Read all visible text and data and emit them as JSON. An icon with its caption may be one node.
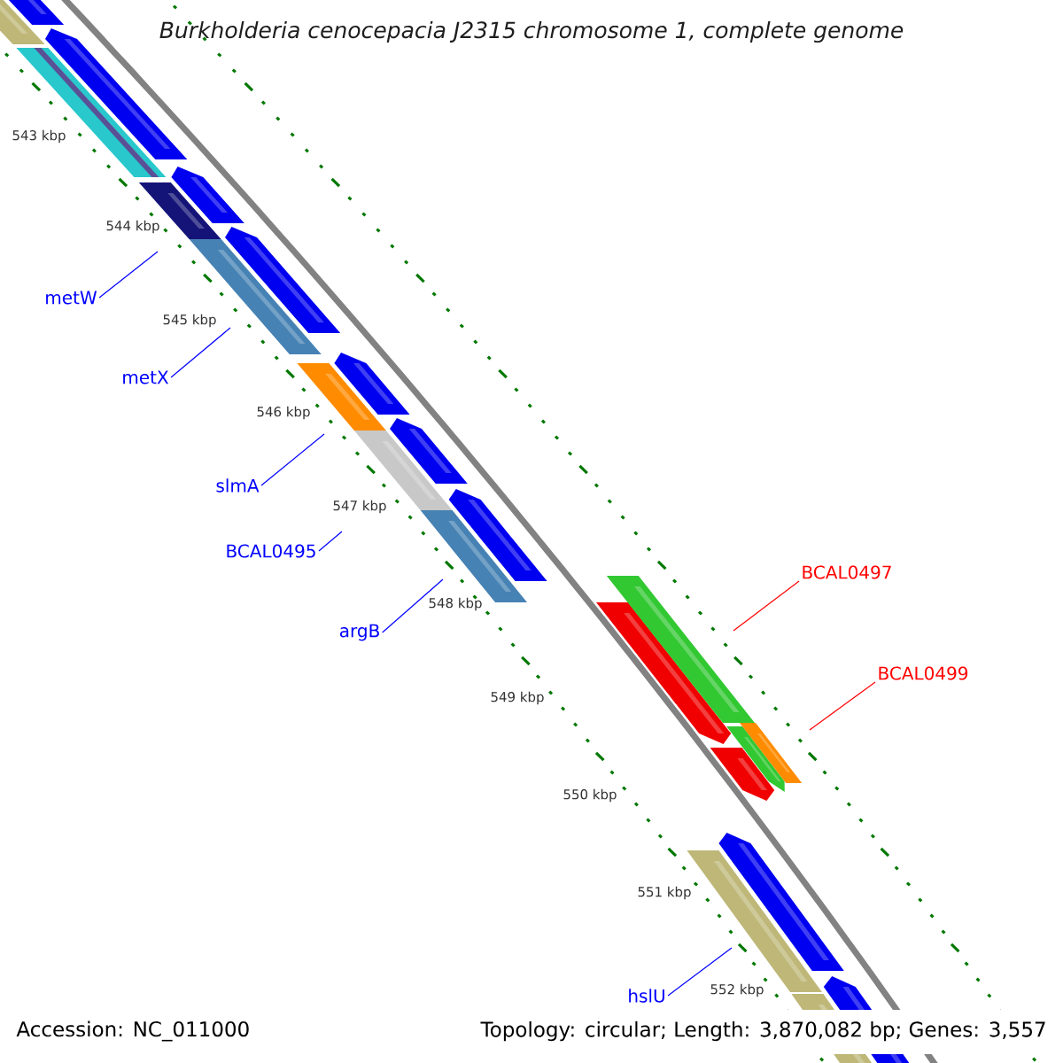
{
  "diagram": {
    "title": "Burkholderia cenocepacia J2315 chromosome 1, complete genome",
    "nodes": [
      {
        "text": [
          "metW"
        ]
      },
      {
        "text": [
          "metX"
        ]
      },
      {
        "text": [
          "slmA"
        ]
      },
      {
        "text": [
          "BCAL0495"
        ]
      },
      {
        "text": [
          "argB"
        ]
      },
      {
        "text": [
          "BCAL0497"
        ]
      },
      {
        "text": [
          "BCAL0499"
        ]
      },
      {
        "text": [
          "hslU"
        ]
      }
    ],
    "edges": [
      {
        "from": 0,
        "to": null,
        "arrow": "none"
      },
      {
        "from": 1,
        "to": null,
        "arrow": "none"
      },
      {
        "from": 2,
        "to": null,
        "arrow": "none"
      },
      {
        "from": 3,
        "to": null,
        "arrow": "none"
      },
      {
        "from": 4,
        "to": null,
        "arrow": "none"
      },
      {
        "from": 5,
        "to": null,
        "arrow": "none",
        "color": "#ff0000"
      },
      {
        "from": 6,
        "to": null,
        "arrow": "none",
        "color": "#ff0000"
      },
      {
        "from": 7,
        "to": null,
        "arrow": "none"
      }
    ],
    "labels": [
      "543 kbp",
      "544 kbp",
      "545 kbp",
      "546 kbp",
      "547 kbp",
      "548 kbp",
      "549 kbp",
      "550 kbp",
      "551 kbp",
      "552 kbp",
      "Accession: NC_011000",
      "Topology: circular; Length: 3,870,082 bp; Genes: 3,557"
    ]
  }
}
